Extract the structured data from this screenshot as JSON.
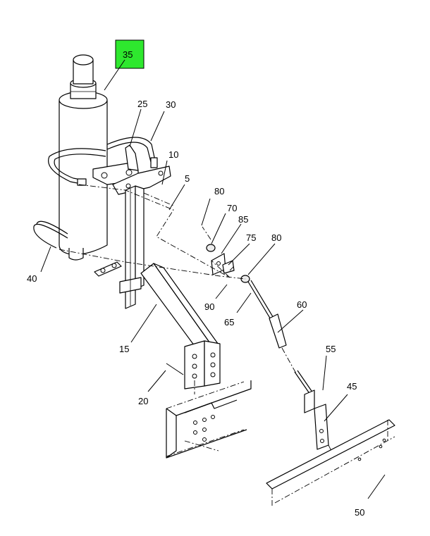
{
  "highlight_color": "#2ee82e",
  "callouts": {
    "c35": "35",
    "c25": "25",
    "c30": "30",
    "c10": "10",
    "c5": "5",
    "c80a": "80",
    "c70": "70",
    "c85": "85",
    "c75": "75",
    "c80b": "80",
    "c40": "40",
    "c90": "90",
    "c65": "65",
    "c60": "60",
    "c15": "15",
    "c55": "55",
    "c45": "45",
    "c20": "20",
    "c50": "50"
  }
}
